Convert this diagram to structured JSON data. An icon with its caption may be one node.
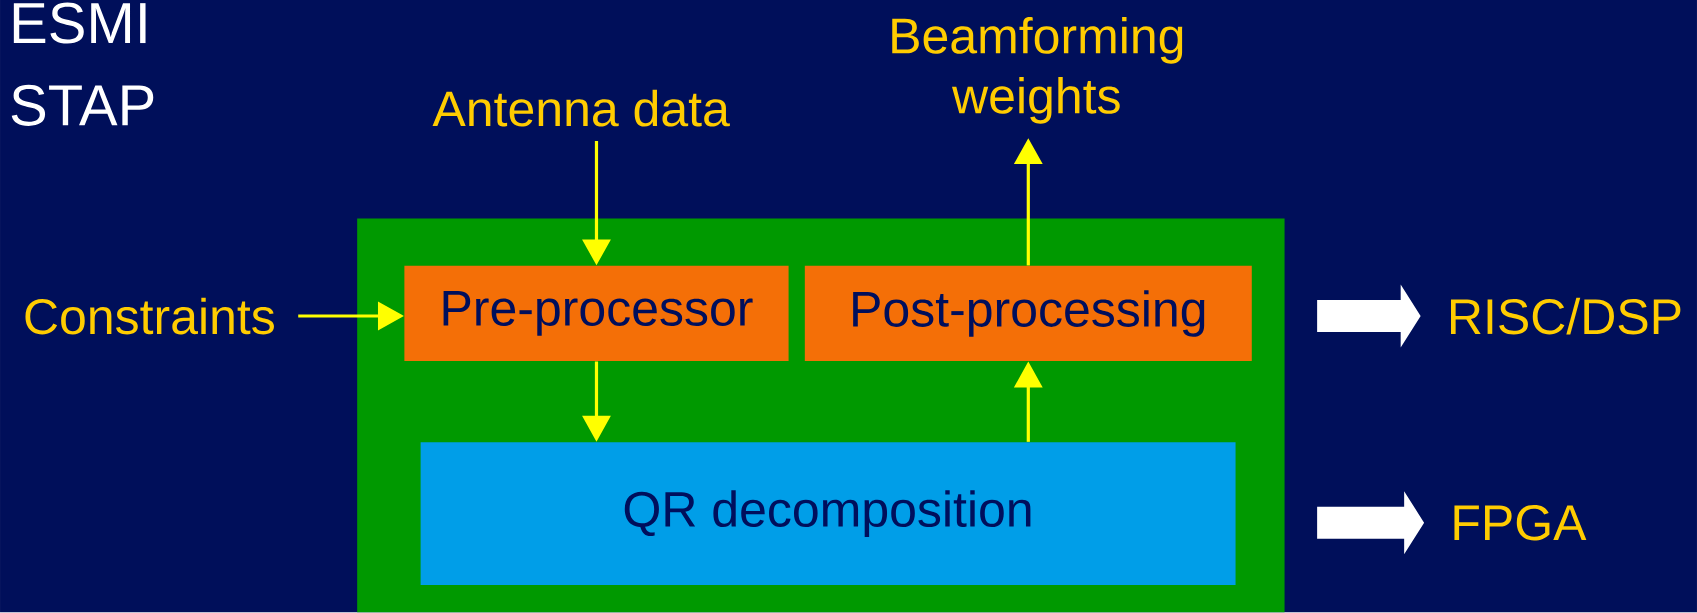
{
  "diagram": {
    "nodes": [
      {
        "text": [
          "Antenna data"
        ]
      },
      {
        "text": [
          "Beamforming weights"
        ]
      },
      {
        "text": [
          "Constraints"
        ]
      },
      {
        "text": [],
        "shape": "box"
      },
      {
        "text": [
          "Pre-processor"
        ],
        "in": 3
      },
      {
        "text": [
          "Post-processing"
        ],
        "in": 3
      },
      {
        "text": [
          "QR decomposition"
        ],
        "in": 3
      },
      {
        "text": [
          "RISC/DSP"
        ]
      },
      {
        "text": [
          "FPGA"
        ]
      }
    ],
    "edges": [
      {
        "from": 0,
        "to": 4,
        "arrow": "to"
      },
      {
        "from": 5,
        "to": 1,
        "arrow": "to"
      },
      {
        "from": 2,
        "to": 4,
        "arrow": "to"
      },
      {
        "from": 4,
        "to": 6,
        "arrow": "to"
      },
      {
        "from": 6,
        "to": 5,
        "arrow": "to"
      },
      {
        "from": null,
        "to": 7,
        "arrow": "to",
        "style": "thick",
        "color": "#ffffff"
      },
      {
        "from": null,
        "to": 8,
        "arrow": "to",
        "style": "thick",
        "color": "#ffffff"
      }
    ],
    "labels": [
      "ESMI",
      "STAP"
    ]
  }
}
